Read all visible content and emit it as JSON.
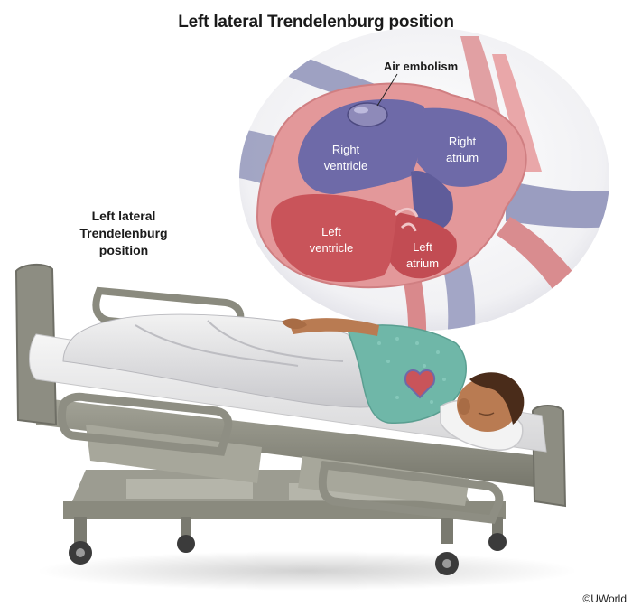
{
  "title": "Left lateral Trendelenburg position",
  "side_label": {
    "line1": "Left lateral",
    "line2": "Trendelenburg",
    "line3": "position"
  },
  "heart_labels": {
    "air_embolism": "Air embolism",
    "right_ventricle_1": "Right",
    "right_ventricle_2": "ventricle",
    "right_atrium_1": "Right",
    "right_atrium_2": "atrium",
    "left_ventricle_1": "Left",
    "left_ventricle_2": "ventricle",
    "left_atrium_1": "Left",
    "left_atrium_2": "atrium"
  },
  "copyright": "©UWorld",
  "colors": {
    "right_heart": "#6e6aa8",
    "left_heart": "#c9545a",
    "myocardium": "#e3989a",
    "vessel_blue": "#a9acc8",
    "bed_frame": "#8a8a7e",
    "gown": "#6fb7a8",
    "skin": "#b97b52"
  }
}
